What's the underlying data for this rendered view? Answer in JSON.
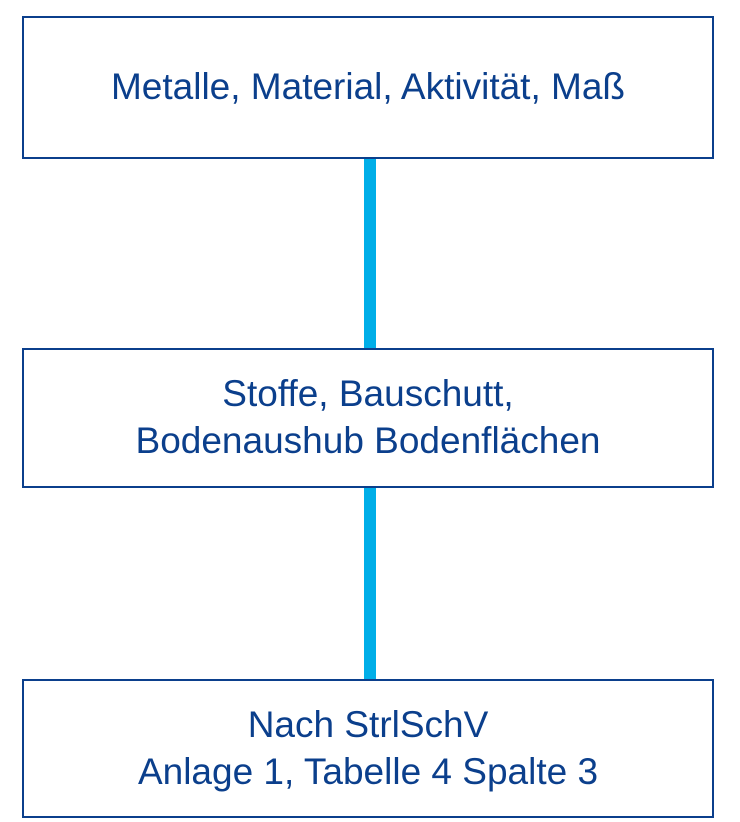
{
  "colors": {
    "box_border": "#0b3f8c",
    "text": "#0b3f8c",
    "connector": "#00aee8",
    "background": "#ffffff"
  },
  "nodes": [
    {
      "lines": [
        "Metalle, Material, Aktivität, Maß"
      ]
    },
    {
      "lines": [
        "Stoffe, Bauschutt,",
        "Bodenaushub Bodenflächen"
      ]
    },
    {
      "lines": [
        "Nach StrlSchV",
        "Anlage 1, Tabelle 4 Spalte 3"
      ]
    }
  ]
}
